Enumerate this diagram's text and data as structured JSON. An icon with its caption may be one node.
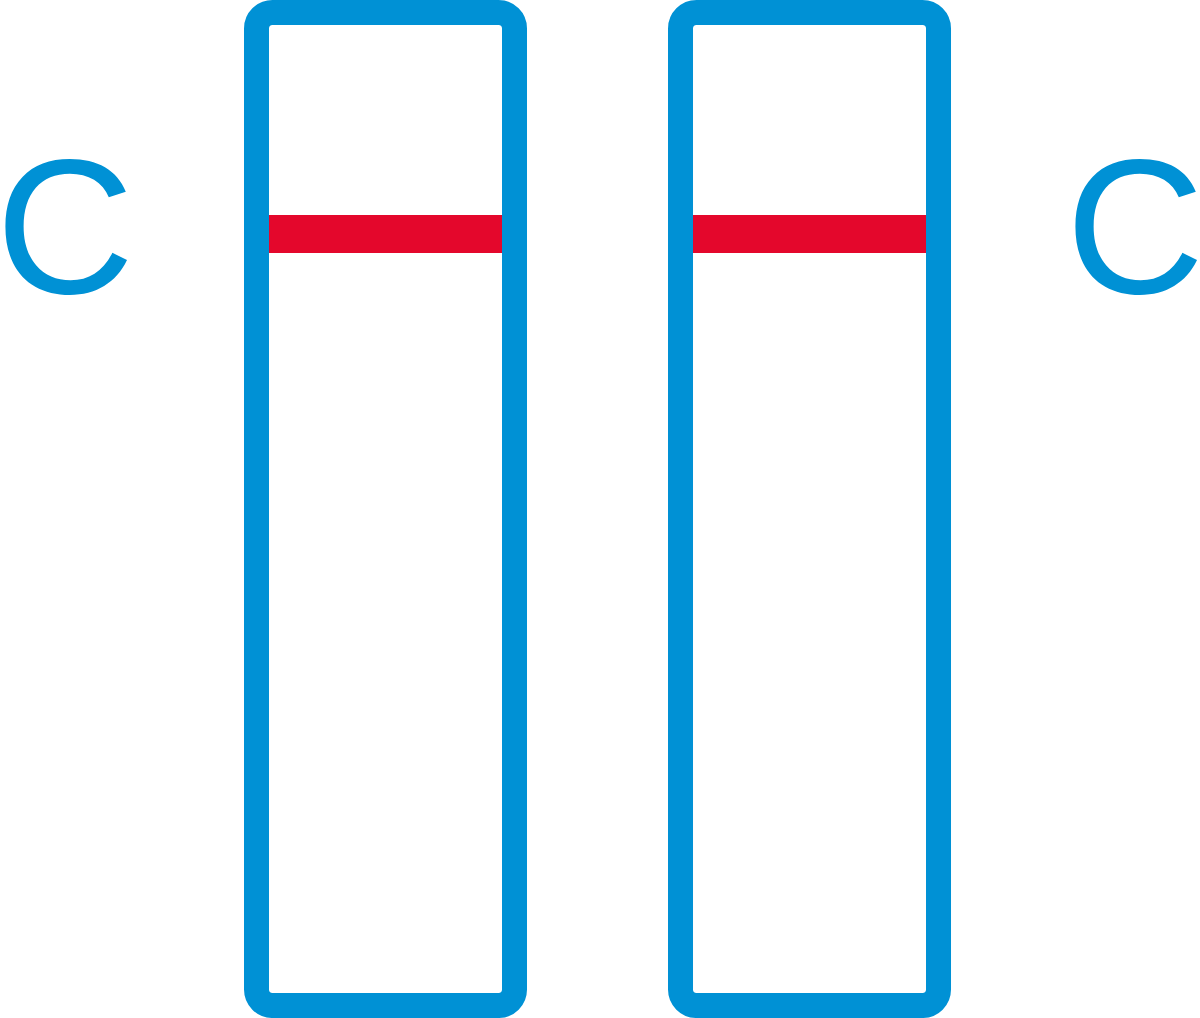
{
  "diagram": {
    "nodes": [
      {
        "text": [],
        "shape": "box"
      },
      {
        "text": [],
        "shape": "bar",
        "in": 0
      },
      {
        "text": [],
        "shape": "box"
      },
      {
        "text": [],
        "shape": "bar",
        "in": 2
      }
    ],
    "labels": [
      "C",
      "C"
    ]
  }
}
